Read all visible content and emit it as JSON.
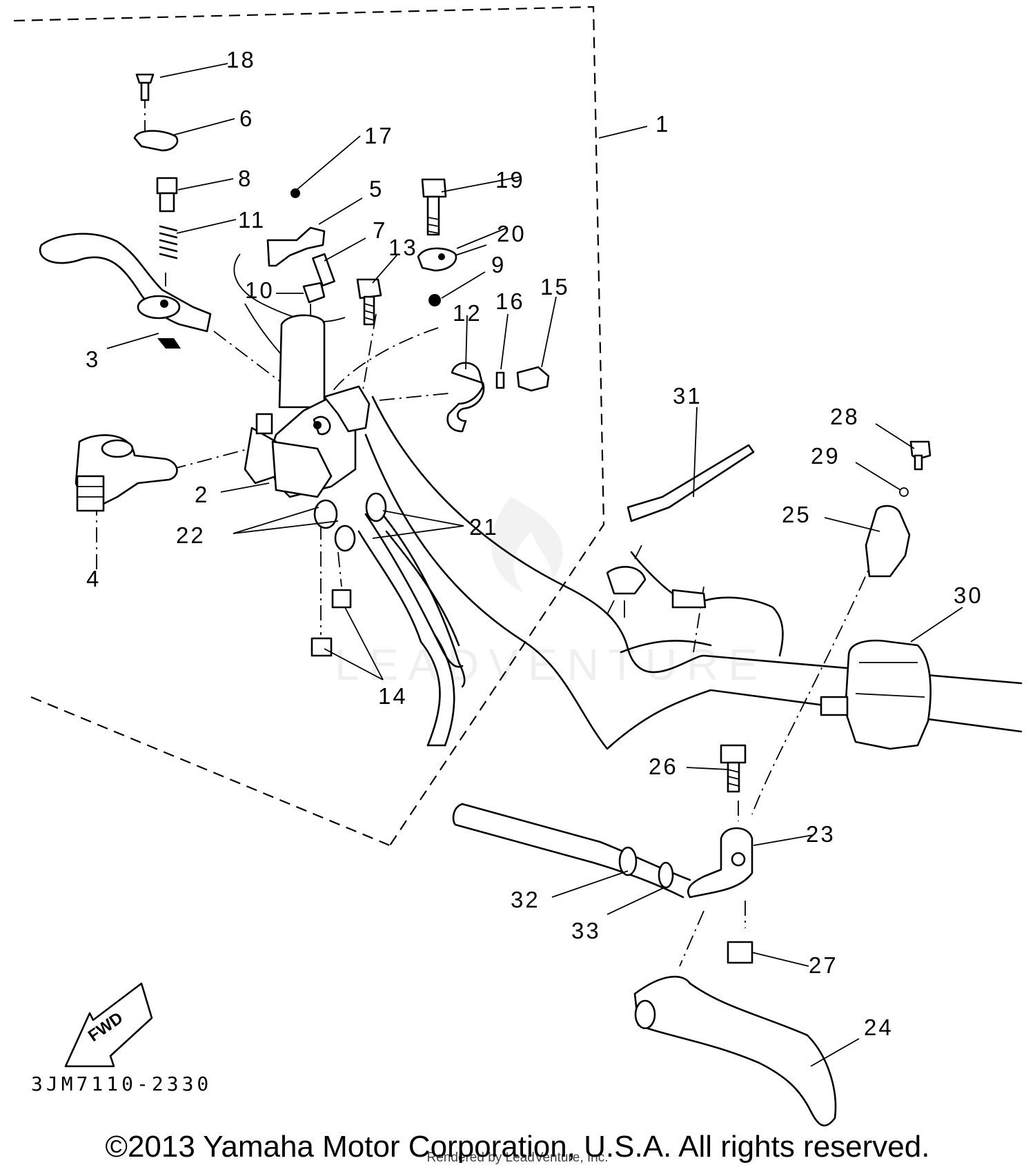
{
  "diagram": {
    "callouts": [
      "1",
      "2",
      "3",
      "4",
      "5",
      "6",
      "7",
      "8",
      "9",
      "10",
      "11",
      "12",
      "13",
      "14",
      "15",
      "16",
      "17",
      "18",
      "19",
      "20",
      "21",
      "22",
      "23",
      "24",
      "25",
      "26",
      "27",
      "28",
      "29",
      "30",
      "31",
      "32",
      "33"
    ],
    "drawing_code": "3JM7110-2330",
    "direction_tag": "FWD"
  },
  "watermark": {
    "text": "LEADVENTURE"
  },
  "footer": {
    "copyright": "©2013 Yamaha Motor Corporation, U.S.A. All rights reserved.",
    "rendered_by": "Rendered by LeadVenture, Inc."
  }
}
